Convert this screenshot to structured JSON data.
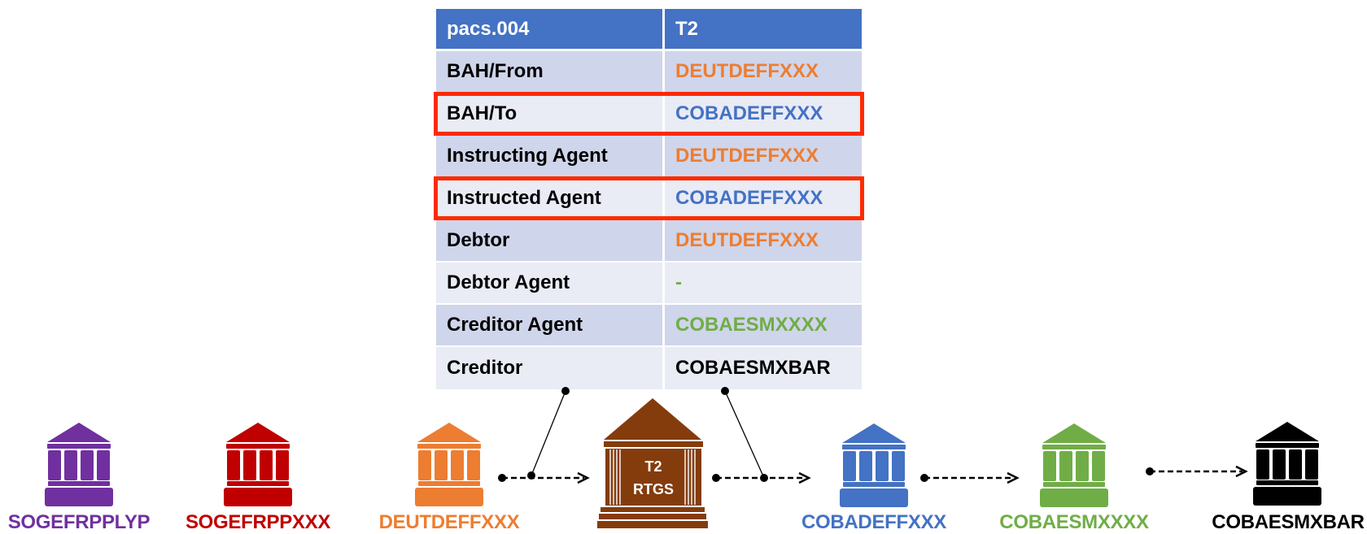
{
  "table": {
    "header": {
      "col1": "pacs.004",
      "col2": "T2"
    },
    "rows": [
      {
        "field": "BAH/From",
        "value": "DEUTDEFFXXX",
        "color": "#ed7d31",
        "highlighted": false
      },
      {
        "field": "BAH/To",
        "value": "COBADEFFXXX",
        "color": "#4472c4",
        "highlighted": true
      },
      {
        "field": "Instructing Agent",
        "value": "DEUTDEFFXXX",
        "color": "#ed7d31",
        "highlighted": false
      },
      {
        "field": "Instructed Agent",
        "value": "COBADEFFXXX",
        "color": "#4472c4",
        "highlighted": true
      },
      {
        "field": "Debtor",
        "value": "DEUTDEFFXXX",
        "color": "#ed7d31",
        "highlighted": false
      },
      {
        "field": "Debtor Agent",
        "value": "-",
        "color": "#70ad47",
        "highlighted": false
      },
      {
        "field": "Creditor Agent",
        "value": "COBAESMXXXX",
        "color": "#70ad47",
        "highlighted": false
      },
      {
        "field": "Creditor",
        "value": "COBAESMXBAR",
        "color": "#000000",
        "highlighted": false
      }
    ],
    "highlight_color": "#ff2a00"
  },
  "banks": [
    {
      "bic": "SOGEFRPPLYP",
      "color": "#7030a0"
    },
    {
      "bic": "SOGEFRPPXXX",
      "color": "#c00000"
    },
    {
      "bic": "DEUTDEFFXXX",
      "color": "#ed7d31"
    },
    {
      "bic": "COBADEFFXXX",
      "color": "#4472c4"
    },
    {
      "bic": "COBAESMXXXX",
      "color": "#70ad47"
    },
    {
      "bic": "COBAESMXBAR",
      "color": "#000000"
    }
  ],
  "central": {
    "line1": "T2",
    "line2": "RTGS",
    "color": "#843c0c"
  },
  "flows": [
    {
      "from": "DEUTDEFFXXX",
      "to": "T2 RTGS"
    },
    {
      "from": "T2 RTGS",
      "to": "COBADEFFXXX"
    },
    {
      "from": "COBADEFFXXX",
      "to": "COBAESMXXXX"
    },
    {
      "from": "COBAESMXXXX",
      "to": "COBAESMXBAR"
    }
  ]
}
